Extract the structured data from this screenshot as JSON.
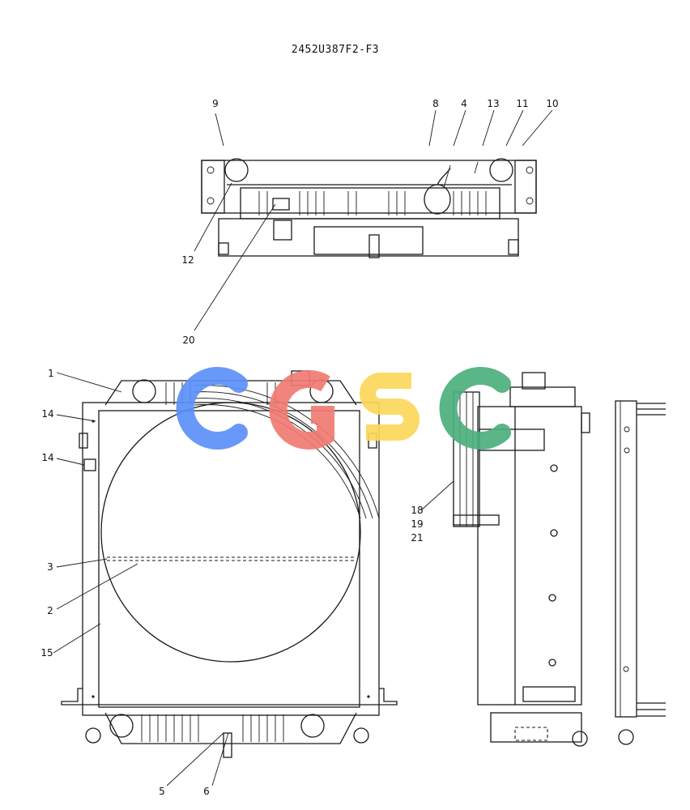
{
  "drawing_code": "2452U387F2-F3",
  "watermark": {
    "colors": [
      "#5b8ff9",
      "#f07b72",
      "#fbd75b",
      "#4caf7d"
    ]
  },
  "callouts": {
    "c1": "1",
    "c2": "2",
    "c3": "3",
    "c4": "4",
    "c5": "5",
    "c6": "6",
    "c8": "8",
    "c9": "9",
    "c10": "10",
    "c11": "11",
    "c12": "12",
    "c13": "13",
    "c14a": "14",
    "c14b": "14",
    "c15": "15",
    "c18": "18",
    "c19": "19",
    "c20": "20",
    "c21": "21"
  }
}
